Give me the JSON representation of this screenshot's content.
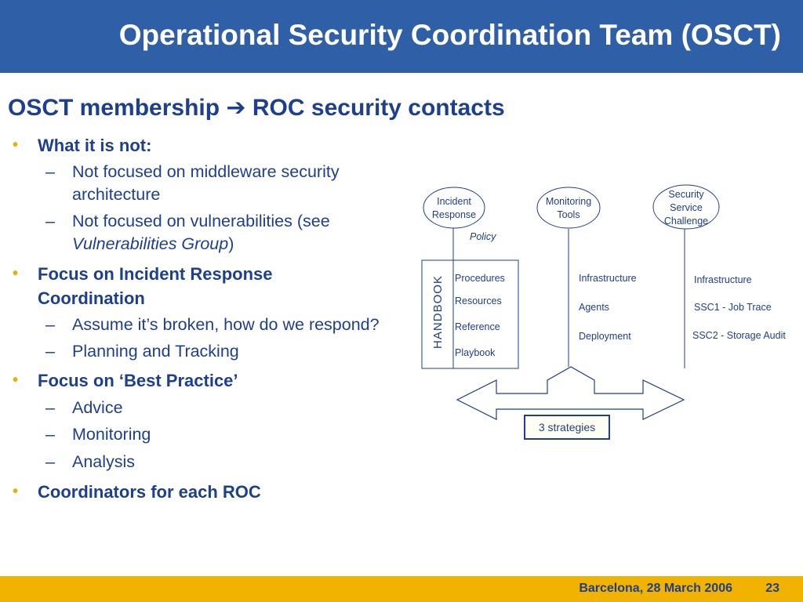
{
  "header": {
    "title": "Operational Security Coordination Team (OSCT)"
  },
  "subtitle": {
    "left": "OSCT membership",
    "arrow": "➔",
    "right": "ROC security contacts"
  },
  "bullets": [
    {
      "label": "What it is not:",
      "subs": [
        {
          "lines": [
            "Not focused on middleware security",
            "architecture"
          ]
        },
        {
          "line1": "Not focused on vulnerabilities (see",
          "line2_italic": "Vulnerabilities Group",
          "line2_tail": ")"
        }
      ]
    },
    {
      "lines": [
        "Focus on Incident Response",
        "Coordination"
      ],
      "subs": [
        {
          "text": "Assume it’s broken, how do we respond?"
        },
        {
          "text": "Planning and Tracking"
        }
      ]
    },
    {
      "label": "Focus on ‘Best Practice’",
      "subs": [
        {
          "text": "Advice"
        },
        {
          "text": "Monitoring"
        },
        {
          "text": "Analysis"
        }
      ]
    },
    {
      "label": "Coordinators for each ROC"
    }
  ],
  "bullet_marker": "•",
  "sub_marker": "–",
  "diagram": {
    "nodes": [
      {
        "lines": [
          "Incident",
          "Response"
        ]
      },
      {
        "lines": [
          "Monitoring",
          "Tools"
        ]
      },
      {
        "lines": [
          "Security",
          "Service",
          "Challenge"
        ]
      }
    ],
    "policy_label": "Policy",
    "handbook_label": "HANDBOOK",
    "handbook_items": [
      "Procedures",
      "Resources",
      "Reference",
      "Playbook"
    ],
    "monitoring_items": [
      "Infrastructure",
      "Agents",
      "Deployment"
    ],
    "challenge_items": [
      "Infrastructure",
      "SSC1 - Job Trace",
      "SSC2 - Storage Audit"
    ],
    "strategies_label": "3 strategies"
  },
  "footer": {
    "location_date": "Barcelona, 28 March 2006",
    "page": "23"
  },
  "colors": {
    "header_bg": "#2f5fa7",
    "footer_bg": "#f1b200",
    "text": "#1d3f8f",
    "bullet": "#f0ad00"
  }
}
